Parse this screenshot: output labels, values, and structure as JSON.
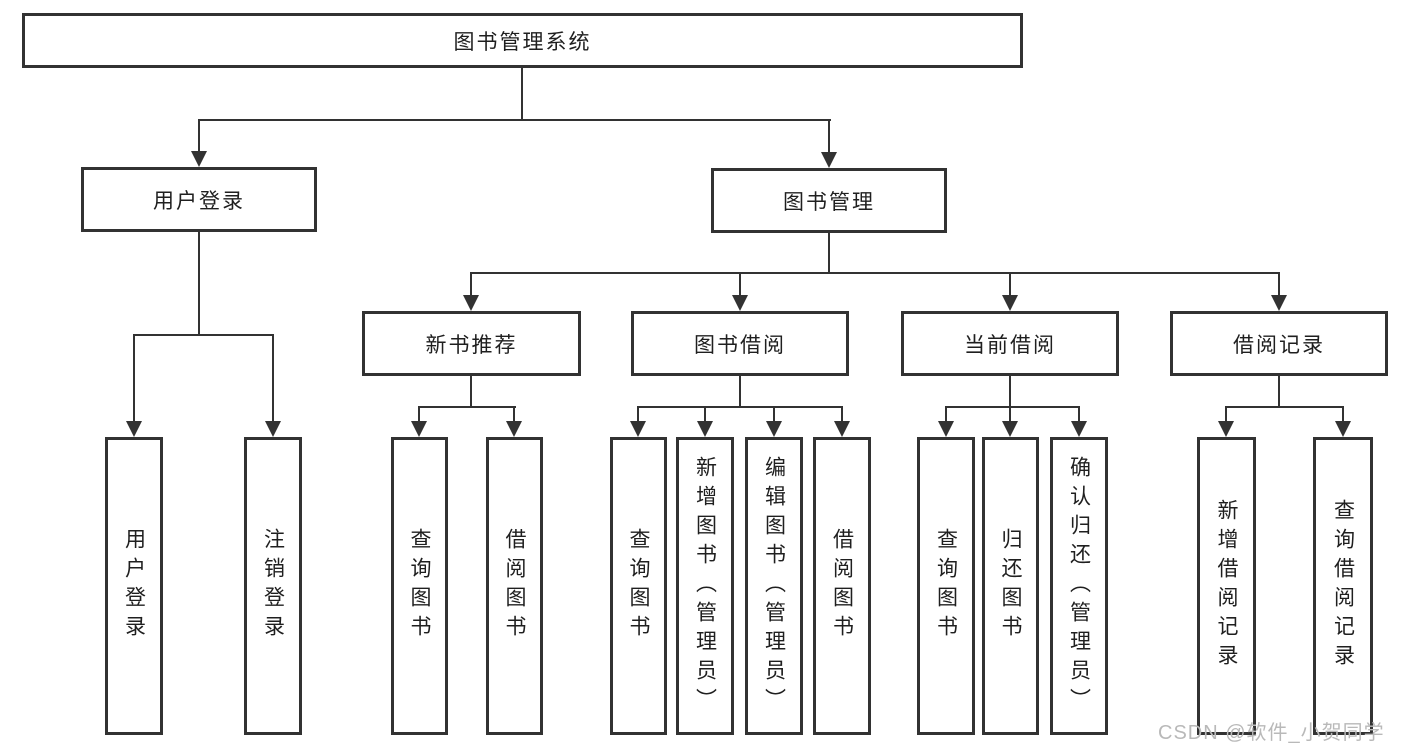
{
  "title": "图书管理系统",
  "tree": {
    "label": "图书管理系统",
    "children": [
      {
        "label": "用户登录",
        "children": [
          {
            "label": "用户登录"
          },
          {
            "label": "注销登录"
          }
        ]
      },
      {
        "label": "图书管理",
        "children": [
          {
            "label": "新书推荐",
            "children": [
              {
                "label": "查询图书"
              },
              {
                "label": "借阅图书"
              }
            ]
          },
          {
            "label": "图书借阅",
            "children": [
              {
                "label": "查询图书"
              },
              {
                "label": "新增图书（管理员）"
              },
              {
                "label": "编辑图书（管理员）"
              },
              {
                "label": "借阅图书"
              }
            ]
          },
          {
            "label": "当前借阅",
            "children": [
              {
                "label": "查询图书"
              },
              {
                "label": "归还图书"
              },
              {
                "label": "确认归还（管理员）"
              }
            ]
          },
          {
            "label": "借阅记录",
            "children": [
              {
                "label": "新增借阅记录"
              },
              {
                "label": "查询借阅记录"
              }
            ]
          }
        ]
      }
    ]
  },
  "watermark": {
    "text": "CSDN @软件_小贺同学"
  },
  "colors": {
    "line": "#323232",
    "text": "#1f1f1f",
    "watermark": "#b9b9b9",
    "background": "#ffffff"
  }
}
